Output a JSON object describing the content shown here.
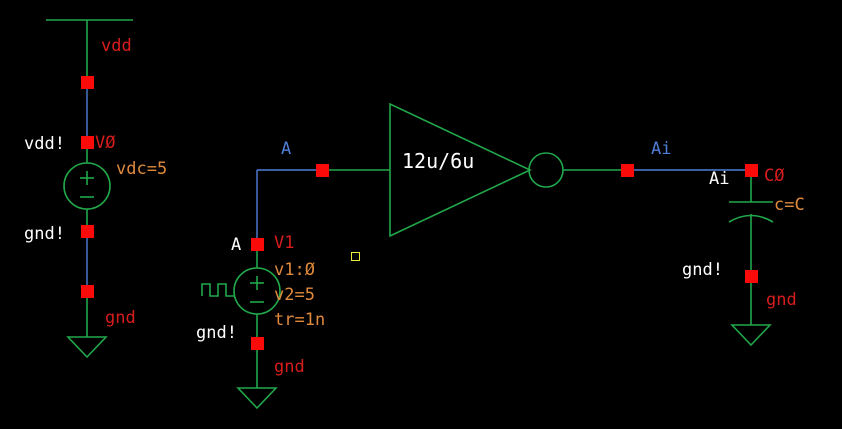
{
  "canvas": {
    "background": "#000000",
    "wire_green": "#21a84a",
    "wire_blue": "#4f7fd8",
    "pin_color": "#fb0a0a",
    "label_red": "#d81d1d",
    "label_orange": "#e08a3c",
    "label_white": "#ffffff",
    "label_blue": "#4f7fd8",
    "marker_color": "#e8e83a"
  },
  "labels": {
    "vdd_net": "vdd",
    "vdd_pin": "vdd!",
    "v0_name": "VØ",
    "v0_param": "vdc=5",
    "gnd_pin_left": "gnd!",
    "gnd_net_left": "gnd",
    "net_a_top": "A",
    "net_a_pin": "A",
    "v1_name": "V1",
    "v1_param1": "v1:Ø",
    "v1_param2": "v2=5",
    "v1_param3": "tr=1n",
    "gnd_pin_mid": "gnd!",
    "gnd_net_mid": "gnd",
    "inverter_size": "12u/6u",
    "net_ai_top": "Ai",
    "net_ai_pin": "Ai",
    "c0_name": "CØ",
    "c0_param": "c=C",
    "gnd_pin_right": "gnd!",
    "gnd_net_right": "gnd"
  },
  "components": [
    {
      "id": "V0",
      "type": "voltage-source-dc",
      "instance": "VØ",
      "parameters": "vdc=5",
      "positive_net": "vdd!",
      "negative_net": "gnd!"
    },
    {
      "id": "V1",
      "type": "voltage-source-pulse",
      "instance": "V1",
      "parameters": "v1:Ø v2=5 tr=1n",
      "positive_net": "A",
      "negative_net": "gnd!"
    },
    {
      "id": "INV0",
      "type": "inverter",
      "instance": "12u/6u",
      "input_net": "A",
      "output_net": "Ai"
    },
    {
      "id": "C0",
      "type": "capacitor",
      "instance": "CØ",
      "parameters": "c=C",
      "top_net": "Ai",
      "bottom_net": "gnd!"
    }
  ],
  "nets": [
    {
      "name": "vdd",
      "color": "#d81d1d"
    },
    {
      "name": "gnd",
      "color": "#d81d1d"
    },
    {
      "name": "A",
      "color": "#4f7fd8"
    },
    {
      "name": "Ai",
      "color": "#4f7fd8"
    }
  ]
}
